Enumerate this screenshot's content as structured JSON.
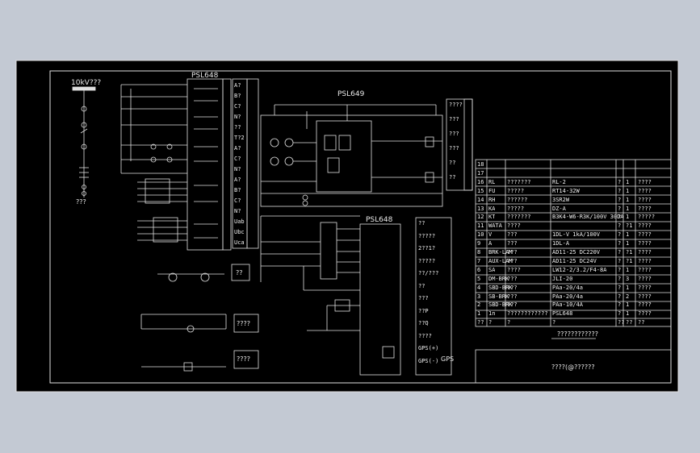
{
  "drawing": {
    "incoming_label": "10kV???",
    "panel_title_left": "PSL648",
    "panel_title_center": "PSL649",
    "panel_title_lower": "PSL648",
    "footnote": "???",
    "parts_table_caption": "????????????",
    "title_block_label": "????(@??????",
    "box_labels": [
      "??",
      "????",
      "????"
    ],
    "terminal_left": [
      "A?",
      "B?",
      "C?",
      "N?",
      "??",
      "T?2",
      "A?",
      "C?",
      "N?",
      "A?",
      "B?",
      "C?",
      "N?",
      "Uab",
      "Ubc",
      "Uca"
    ],
    "terminal_right_top": [
      "????",
      "???",
      "???",
      "???",
      "??",
      "??"
    ],
    "terminal_lower": [
      "??",
      "?????",
      "2??1?",
      "?????",
      "??/???",
      "??",
      "???",
      "??P",
      "??Q",
      "????",
      "GPS(+)",
      "GPS(-)"
    ],
    "gps_label": "GPS",
    "parts_rows": [
      {
        "no": "18",
        "code": "",
        "name": "",
        "spec": "",
        "unit": "",
        "qty": "",
        "note": ""
      },
      {
        "no": "17",
        "code": "",
        "name": "",
        "spec": "",
        "unit": "",
        "qty": "",
        "note": ""
      },
      {
        "no": "16",
        "code": "RL",
        "name": "???????",
        "spec": "RL-2",
        "unit": "?",
        "qty": "1",
        "note": "????"
      },
      {
        "no": "15",
        "code": "FU",
        "name": "?????",
        "spec": "RT14-32W",
        "unit": "?",
        "qty": "1",
        "note": "????"
      },
      {
        "no": "14",
        "code": "RH",
        "name": "??????",
        "spec": "3SR2W",
        "unit": "?",
        "qty": "1",
        "note": "????"
      },
      {
        "no": "13",
        "code": "KA",
        "name": "?????",
        "spec": "DZ-A",
        "unit": "?",
        "qty": "1",
        "note": "????"
      },
      {
        "no": "12",
        "code": "KT",
        "name": "???????",
        "spec": "B3K4-W6-R3K/100V 30DA",
        "unit": "?",
        "qty": "1",
        "note": "?????"
      },
      {
        "no": "11",
        "code": "WATA",
        "name": "????",
        "spec": "",
        "unit": "?",
        "qty": "?1",
        "note": "????"
      },
      {
        "no": "10",
        "code": "V",
        "name": "???",
        "spec": "1DL-V 1kA/100V",
        "unit": "?",
        "qty": "1",
        "note": "????"
      },
      {
        "no": "9",
        "code": "A",
        "name": "???",
        "spec": "1DL-A",
        "unit": "?",
        "qty": "1",
        "note": "????"
      },
      {
        "no": "8",
        "code": "BRK-LAM",
        "name": "???",
        "spec": "AD11-25 DC220V",
        "unit": "?",
        "qty": "?1",
        "note": "????"
      },
      {
        "no": "7",
        "code": "AUX-LAM",
        "name": "???",
        "spec": "AD11-25 DC24V",
        "unit": "?",
        "qty": "?1",
        "note": "????"
      },
      {
        "no": "6",
        "code": "SA",
        "name": "????",
        "spec": "LW12-2/3.2/F4-8A",
        "unit": "?",
        "qty": "1",
        "note": "????"
      },
      {
        "no": "5",
        "code": "DM-BRK",
        "name": "???",
        "spec": "JLI-20",
        "unit": "?",
        "qty": "3",
        "note": "????"
      },
      {
        "no": "4",
        "code": "SBD-BRK",
        "name": "???",
        "spec": "PAa-20/4a",
        "unit": "?",
        "qty": "1",
        "note": "????"
      },
      {
        "no": "3",
        "code": "SB-BRK",
        "name": "???",
        "spec": "PAa-20/4a",
        "unit": "?",
        "qty": "2",
        "note": "????"
      },
      {
        "no": "2",
        "code": "SBD-BRK",
        "name": "???",
        "spec": "PAa-10/4A",
        "unit": "?",
        "qty": "1",
        "note": "????"
      },
      {
        "no": "1",
        "code": "1n",
        "name": "????????????",
        "spec": "PSL648",
        "unit": "?",
        "qty": "1",
        "note": "????"
      },
      {
        "no": "??",
        "code": "?",
        "name": "?",
        "spec": "?",
        "unit": "??",
        "qty": "??",
        "note": "??"
      }
    ],
    "colors": {
      "outer_bg": "#c3c9d3",
      "sheet": "#000000",
      "line": "#e8e8e8",
      "accent": "#8ab4ff"
    }
  }
}
